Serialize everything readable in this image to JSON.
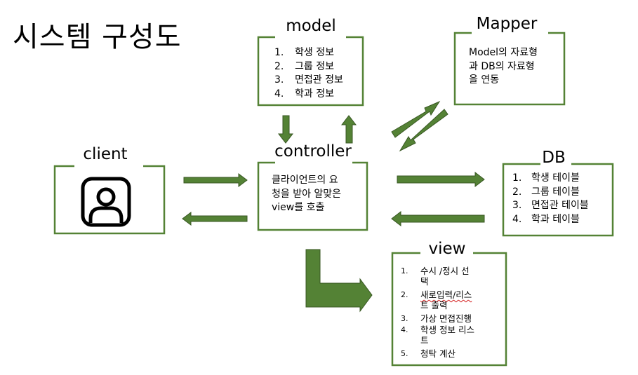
{
  "title": "시스템 구성도",
  "colors": {
    "frame": "#548235",
    "arrow_fill": "#548235",
    "arrow_stroke": "#385723"
  },
  "client": {
    "label": "client",
    "icon": "user-icon"
  },
  "model": {
    "label": "model",
    "items": [
      {
        "num": "1.",
        "text": "학생 정보"
      },
      {
        "num": "2.",
        "text": "그룹 정보"
      },
      {
        "num": "3.",
        "text": "면접관 정보"
      },
      {
        "num": "4.",
        "text": "학과 정보"
      }
    ]
  },
  "mapper": {
    "label": "Mapper",
    "lines": [
      "Model의 자료형",
      "과 DB의 자료형",
      "을 연동"
    ]
  },
  "controller": {
    "label": "controller",
    "lines": [
      "클라이언트의 요",
      "청을 받아 알맞은",
      "view를 호출"
    ]
  },
  "db": {
    "label": "DB",
    "items": [
      {
        "num": "1.",
        "text": "학생 테이블"
      },
      {
        "num": "2.",
        "text": "그룹 테이블"
      },
      {
        "num": "3.",
        "text": "면접관 테이블"
      },
      {
        "num": "4.",
        "text": "학과 테이블"
      }
    ]
  },
  "view": {
    "label": "view",
    "items": [
      {
        "num": "1.",
        "lines": [
          "수시 /정시 선",
          "택"
        ]
      },
      {
        "num": "2.",
        "lines": [
          "새로입력/리스",
          "트 출력"
        ]
      },
      {
        "num": "3.",
        "lines": [
          "가상 면접진행"
        ]
      },
      {
        "num": "4.",
        "lines": [
          "학생 정보 리스",
          "트"
        ]
      },
      {
        "num": "5.",
        "lines": [
          "청탁 계산"
        ]
      }
    ]
  }
}
